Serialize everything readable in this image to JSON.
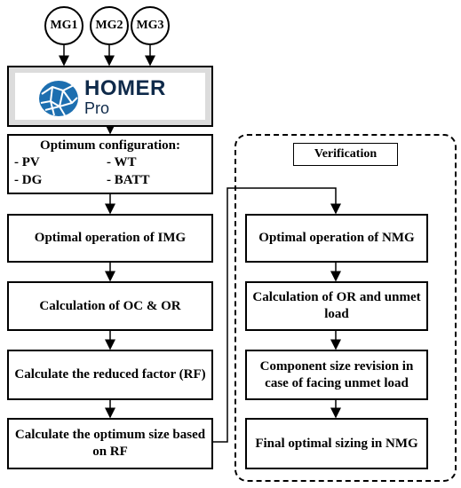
{
  "inputs": [
    "MG1",
    "MG2",
    "MG3"
  ],
  "homer": {
    "title": "HOMER",
    "subtitle": "Pro"
  },
  "config": {
    "title": "Optimum configuration:",
    "items": [
      "- PV",
      "- WT",
      "- DG",
      "- BATT"
    ]
  },
  "left_steps": [
    "Optimal operation of IMG",
    "Calculation of OC & OR",
    "Calculate the reduced factor (RF)",
    "Calculate the optimum size based on RF"
  ],
  "verification": {
    "label": "Verification",
    "steps": [
      "Optimal operation of NMG",
      "Calculation of OR and unmet load",
      "Component size revision in case of facing unmet load",
      "Final optimal sizing in NMG"
    ]
  }
}
